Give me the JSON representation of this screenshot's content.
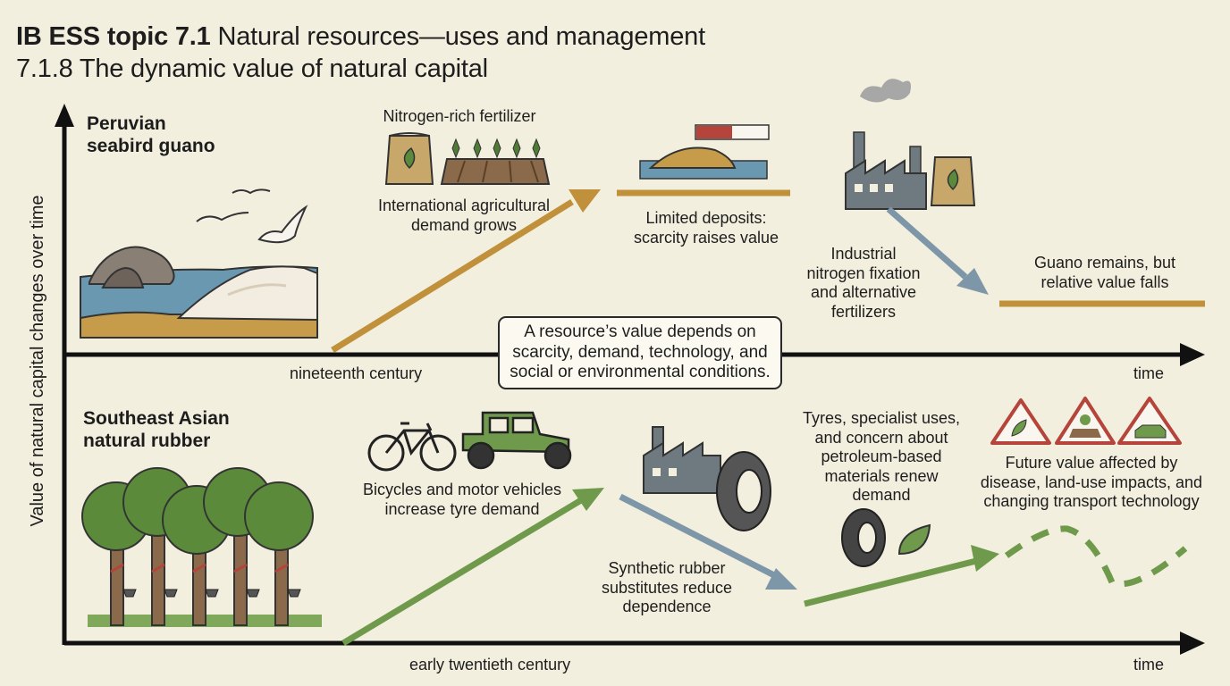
{
  "title": {
    "line1_bold": "IB ESS topic 7.1",
    "line1_rest": " Natural resources—uses and management",
    "line2": "7.1.8 The dynamic value of natural capital"
  },
  "y_axis_label": "Value of natural capital changes over time",
  "guano": {
    "heading_line1": "Peruvian",
    "heading_line2": "seabird guano",
    "fertilizer_label": "Nitrogen-rich fertilizer",
    "demand_line1": "International agricultural",
    "demand_line2": "demand grows",
    "scarcity_line1": "Limited deposits:",
    "scarcity_line2": "scarcity raises value",
    "industrial_line1": "Industrial",
    "industrial_line2": "nitrogen fixation",
    "industrial_line3": "and alternative",
    "industrial_line4": "fertilizers",
    "falls_line1": "Guano remains, but",
    "falls_line2": "relative value falls",
    "era_label": "nineteenth century",
    "time_label": "time"
  },
  "callout": {
    "line1": "A resource’s value depends on",
    "line2": "scarcity, demand, technology, and",
    "line3": "social or environmental conditions."
  },
  "rubber": {
    "heading_line1": "Southeast Asian",
    "heading_line2": "natural rubber",
    "vehicles_line1": "Bicycles and motor vehicles",
    "vehicles_line2": "increase tyre demand",
    "synthetic_line1": "Synthetic rubber",
    "synthetic_line2": "substitutes reduce",
    "synthetic_line3": "dependence",
    "renew_line1": "Tyres, specialist uses,",
    "renew_line2": "and concern about",
    "renew_line3": "petroleum-based",
    "renew_line4": "materials renew",
    "renew_line5": "demand",
    "future_line1": "Future value affected by",
    "future_line2": "disease, land-use impacts, and",
    "future_line3": "changing transport technology",
    "era_label": "early twentieth century",
    "time_label": "time"
  },
  "colors": {
    "background": "#f3efdf",
    "guano_trend": "#c0913a",
    "rubber_trend": "#6f9a4c",
    "decline": "#7e97a8",
    "axis": "#111111",
    "warning": "#b5443a"
  },
  "icons": [
    "seabird-icon",
    "rock-island-icon",
    "guano-pile-icon",
    "fertilizer-bag-icon",
    "crop-rows-icon",
    "scarcity-gauge-icon",
    "guano-deposit-icon",
    "factory-icon",
    "bicycle-icon",
    "car-icon",
    "tyre-icon",
    "leaf-icon",
    "rubber-tree-icon",
    "latex-cup-icon",
    "disease-warning-icon",
    "land-use-warning-icon",
    "electric-car-warning-icon"
  ]
}
